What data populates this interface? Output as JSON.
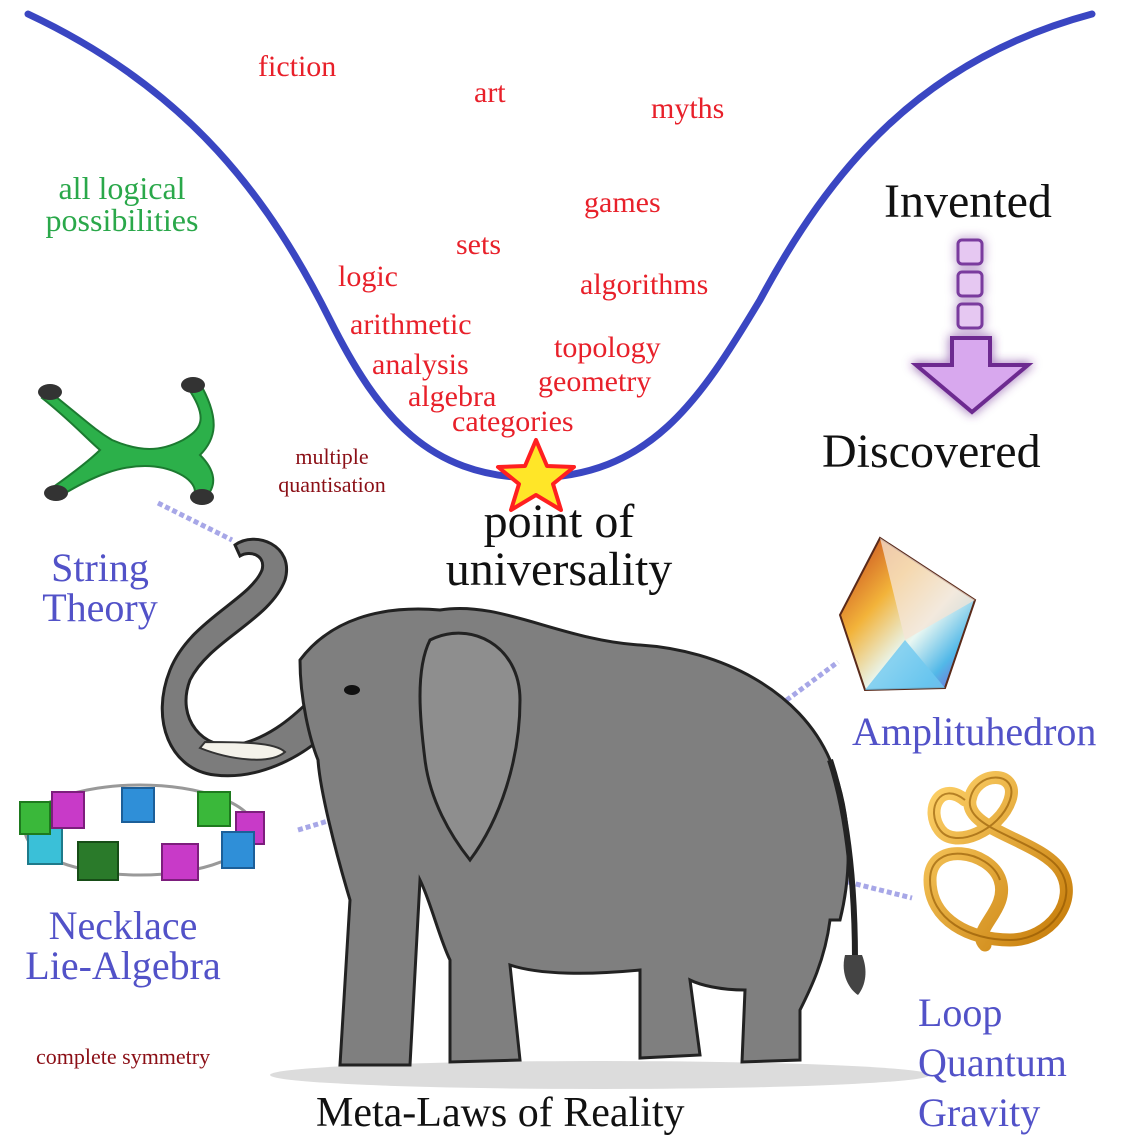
{
  "colors": {
    "curve": "#3a46c2",
    "math_words": "#e8202a",
    "logical": "#2aa84a",
    "theories": "#5252c8",
    "notes": "#8b0f16",
    "arrow": "#c86ad8",
    "star_fill": "#ffe628",
    "star_stroke": "#ff2020",
    "elephant": "#7a7a7a"
  },
  "math_words": {
    "fiction": "fiction",
    "art": "art",
    "myths": "myths",
    "games": "games",
    "sets": "sets",
    "logic": "logic",
    "algorithms": "algorithms",
    "arithmetic": "arithmetic",
    "topology": "topology",
    "analysis": "analysis",
    "geometry": "geometry",
    "algebra": "algebra",
    "categories": "categories"
  },
  "logical": {
    "line1": "all logical",
    "line2": "possibilities"
  },
  "invented": "Invented",
  "discovered": "Discovered",
  "universality": {
    "line1": "point of",
    "line2": "universality"
  },
  "multiple_quantisation": {
    "line1": "multiple",
    "line2": "quantisation"
  },
  "theories": {
    "string": {
      "line1": "String",
      "line2": "Theory"
    },
    "amplituhedron": "Amplituhedron",
    "necklace": {
      "line1": "Necklace",
      "line2": "Lie-Algebra"
    },
    "loop": {
      "line1": "Loop",
      "line2": "Quantum",
      "line3": "Gravity"
    }
  },
  "complete_symmetry": "complete symmetry",
  "meta_laws": "Meta-Laws of Reality",
  "icons": {
    "string": "string-worldsheet-icon",
    "amplituhedron": "amplituhedron-icon",
    "necklace": "necklace-icon",
    "knot": "knot-icon",
    "arrow": "chain-arrow-icon",
    "star": "star-icon",
    "elephant": "elephant-icon"
  }
}
